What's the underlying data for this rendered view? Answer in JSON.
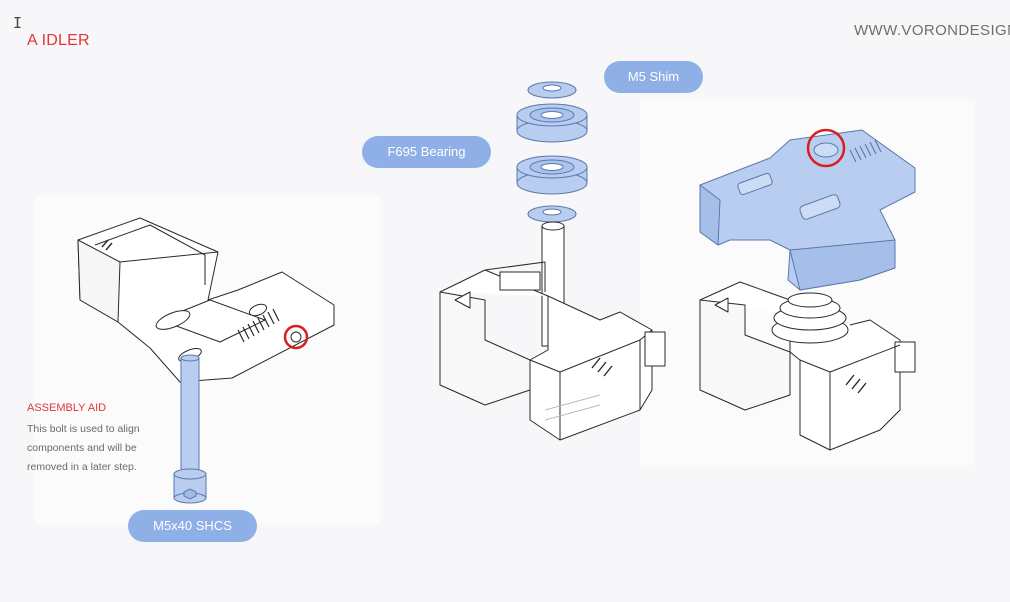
{
  "page_title": "A IDLER",
  "website": "WWW.VORONDESIGN",
  "labels": {
    "m5_shim": "M5 Shim",
    "f695_bearing": "F695 Bearing",
    "m5x40_shcs": "M5x40 SHCS"
  },
  "assembly_aid": {
    "title": "ASSEMBLY AID",
    "body": "This bolt is used to align components and will be removed in a later step."
  },
  "colors": {
    "accent_red": "#e03838",
    "part_blue": "#8fb0e6",
    "highlight_fill": "#b9cdf0",
    "line": "#2a2a2a"
  }
}
